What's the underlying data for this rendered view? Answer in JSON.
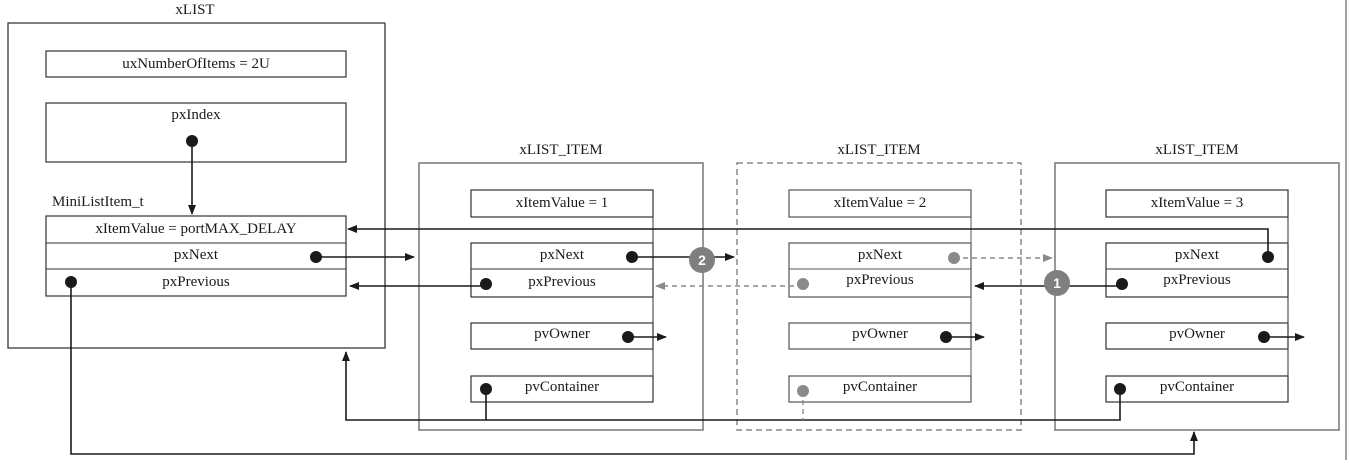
{
  "xlist": {
    "title": "xLIST",
    "number_of_items": "uxNumberOfItems = 2U",
    "index": "pxIndex",
    "mini_item_title": "MiniListItem_t",
    "mini_item_value": "xItemValue = portMAX_DELAY",
    "mini_next": "pxNext",
    "mini_previous": "pxPrevious"
  },
  "items": [
    {
      "title": "xLIST_ITEM",
      "value": "xItemValue = 1",
      "next": "pxNext",
      "previous": "pxPrevious",
      "owner": "pvOwner",
      "container": "pvContainer",
      "style": "solid"
    },
    {
      "title": "xLIST_ITEM",
      "value": "xItemValue = 2",
      "next": "pxNext",
      "previous": "pxPrevious",
      "owner": "pvOwner",
      "container": "pvContainer",
      "style": "dashed"
    },
    {
      "title": "xLIST_ITEM",
      "value": "xItemValue = 3",
      "next": "pxNext",
      "previous": "pxPrevious",
      "owner": "pvOwner",
      "container": "pvContainer",
      "style": "solid"
    }
  ],
  "steps": [
    "1",
    "2"
  ],
  "colors": {
    "line": "#1a1a1a",
    "frame": "#777777",
    "removed": "#8a8a8a",
    "badge": "#7f7f7f"
  }
}
